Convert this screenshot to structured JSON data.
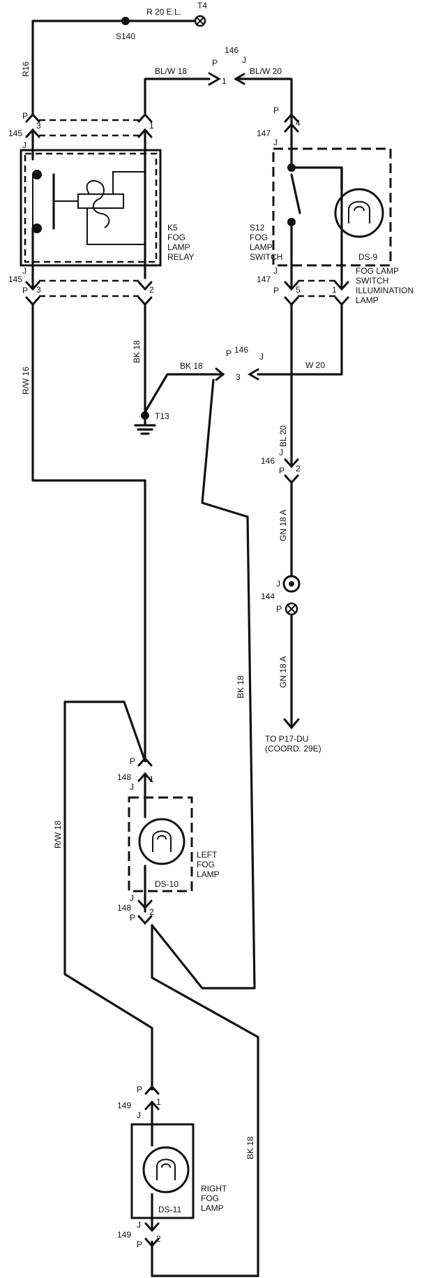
{
  "title": "",
  "colors": {
    "ink": "#111111",
    "paper": "#ffffff"
  },
  "top": {
    "splice_label": "S140",
    "terminal_label": "T4",
    "wire_label": "R 20 E.L.",
    "left_riser_label": "R16",
    "bl_w_18": "BL/W 18",
    "bl_w_20": "BL/W 20"
  },
  "connectors": {
    "c146_p1": {
      "id": "146",
      "j": "J",
      "p": "P",
      "pin": "1"
    },
    "c146_p3": {
      "id": "146",
      "j": "J",
      "p": "P",
      "pin": "3"
    },
    "c146_p2": {
      "id": "146",
      "j": "J",
      "p": "P",
      "pin": "2"
    },
    "c145_top": {
      "id": "145",
      "j": "J",
      "p": "P",
      "pin_left": "3",
      "pin_right": "1"
    },
    "c145_bot": {
      "id": "145",
      "j": "J",
      "p": "P",
      "pin_left": "3",
      "pin_right": "2"
    },
    "c147_top": {
      "id": "147",
      "j": "J",
      "p": "P",
      "pin": "4"
    },
    "c147_bot": {
      "id": "147",
      "j": "J",
      "p": "P",
      "pin_left": "5",
      "pin_right": "1"
    },
    "c144": {
      "id": "144",
      "j": "J",
      "p": "P"
    },
    "c148_top": {
      "id": "148",
      "j": "J",
      "p": "P",
      "pin": "1"
    },
    "c148_bot": {
      "id": "148",
      "j": "J",
      "p": "P",
      "pin": "2"
    },
    "c149_top": {
      "id": "149",
      "j": "J",
      "p": "P",
      "pin": "1"
    },
    "c149_bot": {
      "id": "149",
      "j": "J",
      "p": "P",
      "pin": "2"
    }
  },
  "components": {
    "relay": {
      "ref": "K5",
      "line2": "FOG",
      "line3": "LAMP",
      "line4": "RELAY"
    },
    "switch": {
      "ref": "S12",
      "line2": "FOG",
      "line3": "LAMP",
      "line4": "SWITCH",
      "lamp_ref": "DS-9"
    },
    "illum": {
      "line1": "FOG LAMP",
      "line2": "SWITCH",
      "line3": "ILLUMINATION",
      "line4": "LAMP"
    },
    "left_lamp": {
      "ref": "DS-10",
      "line1": "LEFT",
      "line2": "FOG",
      "line3": "LAMP"
    },
    "right_lamp": {
      "ref": "DS-11",
      "line1": "RIGHT",
      "line2": "FOG",
      "line3": "LAMP"
    }
  },
  "wires": {
    "bk18": "BK 18",
    "rw16": "R/W 16",
    "rw18": "R/W 18",
    "w20": "W 20",
    "bl20": "BL 20",
    "gn18a": "GN 18 A",
    "ground": "T13"
  },
  "destination": {
    "line1": "TO P17-DU",
    "line2": "(COORD. 29E)"
  }
}
